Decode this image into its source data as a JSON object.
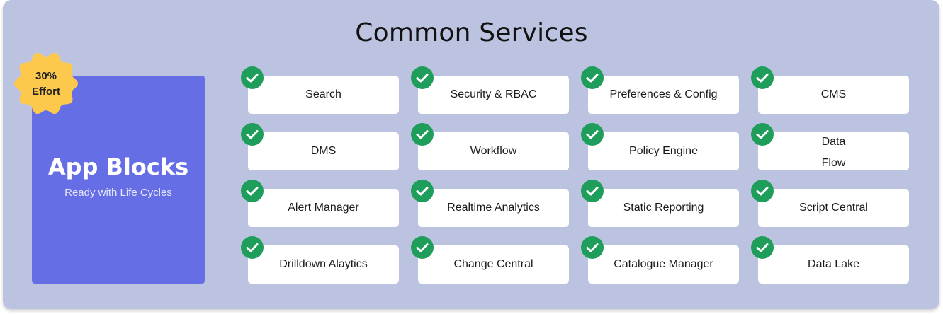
{
  "title": "Common Services",
  "app_block": {
    "title": "App Blocks",
    "subtitle": "Ready with Life Cycles",
    "badge_line1": "30%",
    "badge_line2": "Effort"
  },
  "colors": {
    "panel": "#bcc3e0",
    "app_block": "#666ee6",
    "badge": "#fdc94d",
    "check": "#1e9e5a"
  },
  "services": [
    "Search",
    "Security & RBAC",
    "Preferences & Config",
    "CMS",
    "DMS",
    "Workflow",
    "Policy Engine",
    "Data Flow",
    "Alert Manager",
    "Realtime Analytics",
    "Static Reporting",
    "Script Central",
    "Drilldown Alaytics",
    "Change Central",
    "Catalogue Manager",
    "Data Lake"
  ],
  "data_flow_lines": [
    "Data",
    "Flow"
  ]
}
